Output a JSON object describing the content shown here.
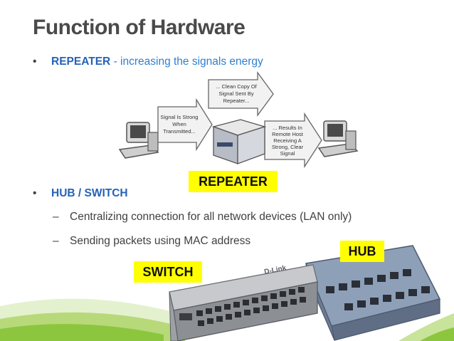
{
  "title": "Function of Hardware",
  "bullets": {
    "bullet_symbol": "•",
    "repeater_term": "REPEATER",
    "repeater_desc": " - increasing the signals energy",
    "hub_term": "HUB / SWITCH",
    "sub_dash": "–",
    "sub_items": [
      "Centralizing connection for all network devices (LAN only)",
      "Sending packets using MAC address"
    ]
  },
  "diagram": {
    "arrow_left_lines": [
      "Signal Is Strong",
      "When",
      "Transmitted..."
    ],
    "arrow_top_lines": [
      "... Clean Copy Of",
      "Signal Sent By",
      "Repeater..."
    ],
    "arrow_right_lines": [
      "... Results In",
      "Remote Host",
      "Receiving A",
      "Strong, Clear",
      "Signal"
    ]
  },
  "labels": {
    "repeater": "REPEATER",
    "hub": "HUB",
    "switch": "SWITCH"
  },
  "switch_brand": "D-Link",
  "colors": {
    "title": "#4a4a4a",
    "accent_blue": "#2563b8",
    "highlight": "#ffff00",
    "green_wave": "#8cc63f"
  }
}
